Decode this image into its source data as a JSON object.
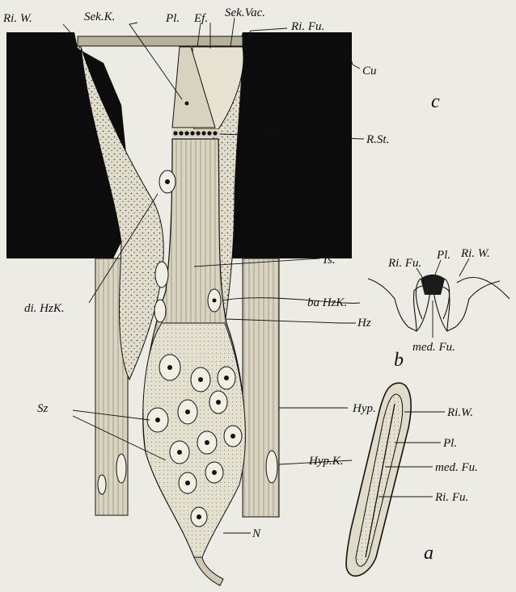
{
  "figure_c": {
    "letter": "c",
    "labels": {
      "ri_w": "Ri. W.",
      "sek_k": "Sek.K.",
      "pl": "Pl.",
      "ef": "Ef.",
      "sek_vac": "Sek.Vac.",
      "ri_fu": "Ri. Fu.",
      "cu": "Cu",
      "r_st": "R.St.",
      "ts": "Ts.",
      "ba_hzk": "ba HzK.",
      "hz": "Hz",
      "di_hzk": "di. HzK.",
      "hyp": "Hyp.",
      "hyp_k": "Hyp.K.",
      "sz": "Sz",
      "n": "N"
    }
  },
  "figure_b": {
    "letter": "b",
    "labels": {
      "ri_fu": "Ri. Fu.",
      "pl": "Pl.",
      "ri_w": "Ri. W.",
      "med_fu": "med. Fu."
    }
  },
  "figure_a": {
    "letter": "a",
    "labels": {
      "ri_w": "Ri.W.",
      "pl": "Pl.",
      "med_fu": "med. Fu.",
      "ri_fu": "Ri. Fu."
    }
  }
}
